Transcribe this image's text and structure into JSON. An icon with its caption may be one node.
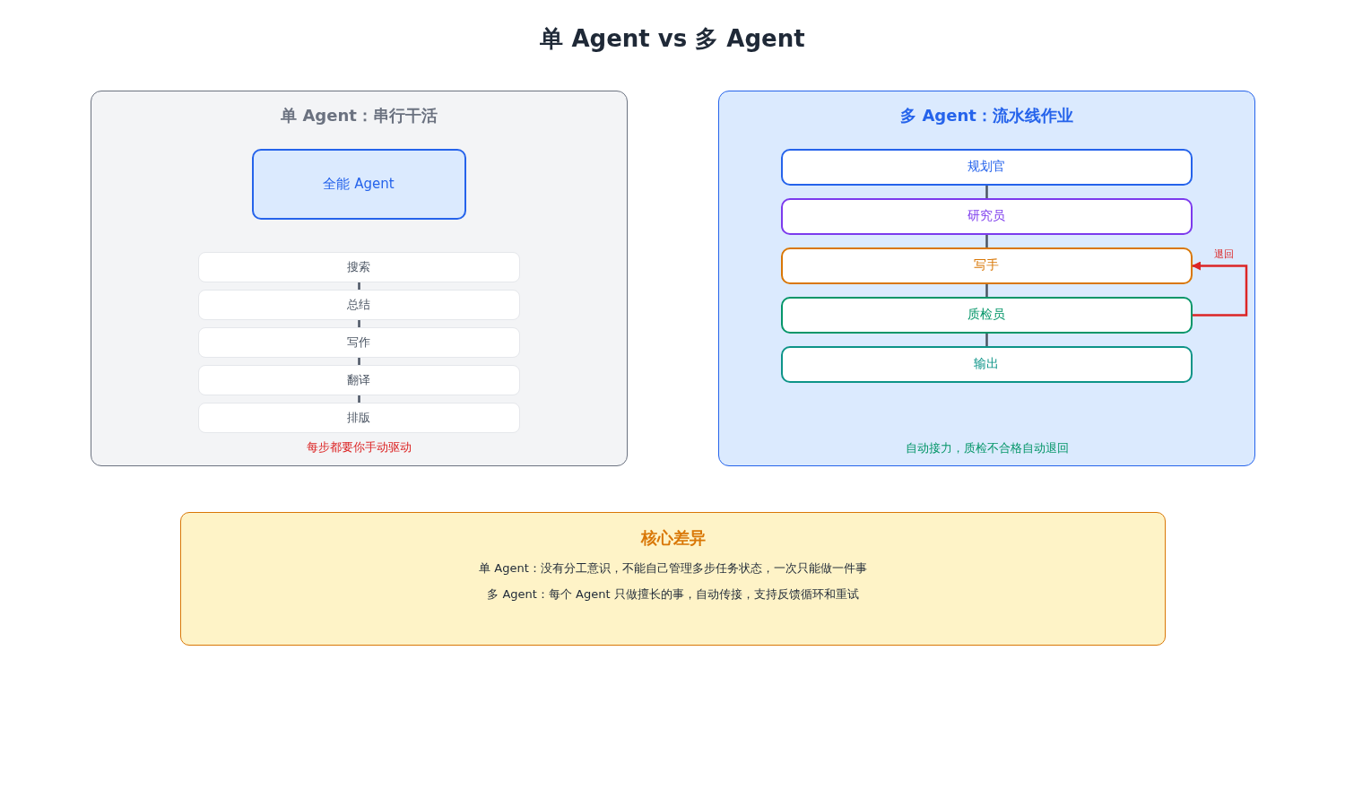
{
  "diagram": {
    "title": "单 Agent vs 多 Agent",
    "nodes": [
      {
        "text": [
          "单 Agent：串行干活",
          "每步都要你手动驱动"
        ]
      },
      {
        "text": [
          "全能 Agent"
        ],
        "in": 0
      },
      {
        "text": [
          "搜索"
        ],
        "in": 0
      },
      {
        "text": [
          "总结"
        ],
        "in": 0
      },
      {
        "text": [
          "写作"
        ],
        "in": 0
      },
      {
        "text": [
          "翻译"
        ],
        "in": 0
      },
      {
        "text": [
          "排版"
        ],
        "in": 0
      },
      {
        "text": [
          "多 Agent：流水线作业",
          "自动接力，质检不合格自动退回"
        ]
      },
      {
        "text": [
          "规划官"
        ],
        "in": 7
      },
      {
        "text": [
          "研究员"
        ],
        "in": 7
      },
      {
        "text": [
          "写手"
        ],
        "in": 7
      },
      {
        "text": [
          "质检员"
        ],
        "in": 7
      },
      {
        "text": [
          "输出"
        ],
        "in": 7
      },
      {
        "text": [
          "核心差异",
          "单 Agent：没有分工意识，不能自己管理多步任务状态，一次只能做一件事",
          "多 Agent：每个 Agent 只做擅长的事，自动传接，支持反馈循环和重试"
        ]
      }
    ],
    "edges": [
      {
        "from": 2,
        "to": 3,
        "arrow": "none"
      },
      {
        "from": 3,
        "to": 4,
        "arrow": "none"
      },
      {
        "from": 4,
        "to": 5,
        "arrow": "none"
      },
      {
        "from": 5,
        "to": 6,
        "arrow": "none"
      },
      {
        "from": 8,
        "to": 9,
        "arrow": "none"
      },
      {
        "from": 9,
        "to": 10,
        "arrow": "none"
      },
      {
        "from": 10,
        "to": 11,
        "arrow": "none"
      },
      {
        "from": 11,
        "to": 12,
        "arrow": "none"
      },
      {
        "from": 11,
        "to": 10,
        "arrow": "to",
        "label": "退回",
        "color": "#dc2626"
      }
    ]
  }
}
